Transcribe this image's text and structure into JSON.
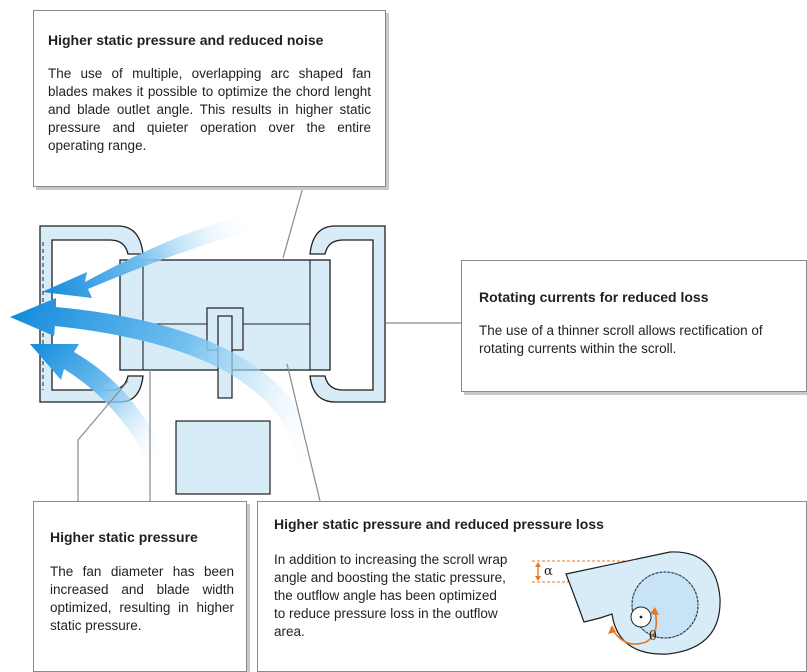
{
  "callouts": {
    "top": {
      "title": "Higher static pressure and reduced noise",
      "body": "The use of multiple, overlapping arc shaped fan blades makes it possible to optimize the chord lenght and blade outlet angle. This results in higher static pressure and quieter operation over the entire operating range."
    },
    "right": {
      "title": "Rotating currents for reduced loss",
      "body": "The use of a thinner scroll allows rectification of rotating currents within the scroll."
    },
    "left": {
      "title": "Higher static pressure",
      "body": "The fan diameter has been increased and blade width optimized, resulting in higher static pressure."
    },
    "bottom": {
      "title": "Higher static pressure and reduced pressure loss",
      "body": "In addition to increasing the scroll wrap angle and boosting the static pressure, the outflow angle has been optimized to reduce pressure loss in the outflow area."
    }
  },
  "symbols": {
    "alpha": "α",
    "theta": "θ"
  },
  "colors": {
    "fill": "#d8ecf8",
    "line": "#1f1f1f",
    "arrow": "#1a8fd9",
    "accent": "#e87722",
    "frame": "#8a8a8a"
  }
}
